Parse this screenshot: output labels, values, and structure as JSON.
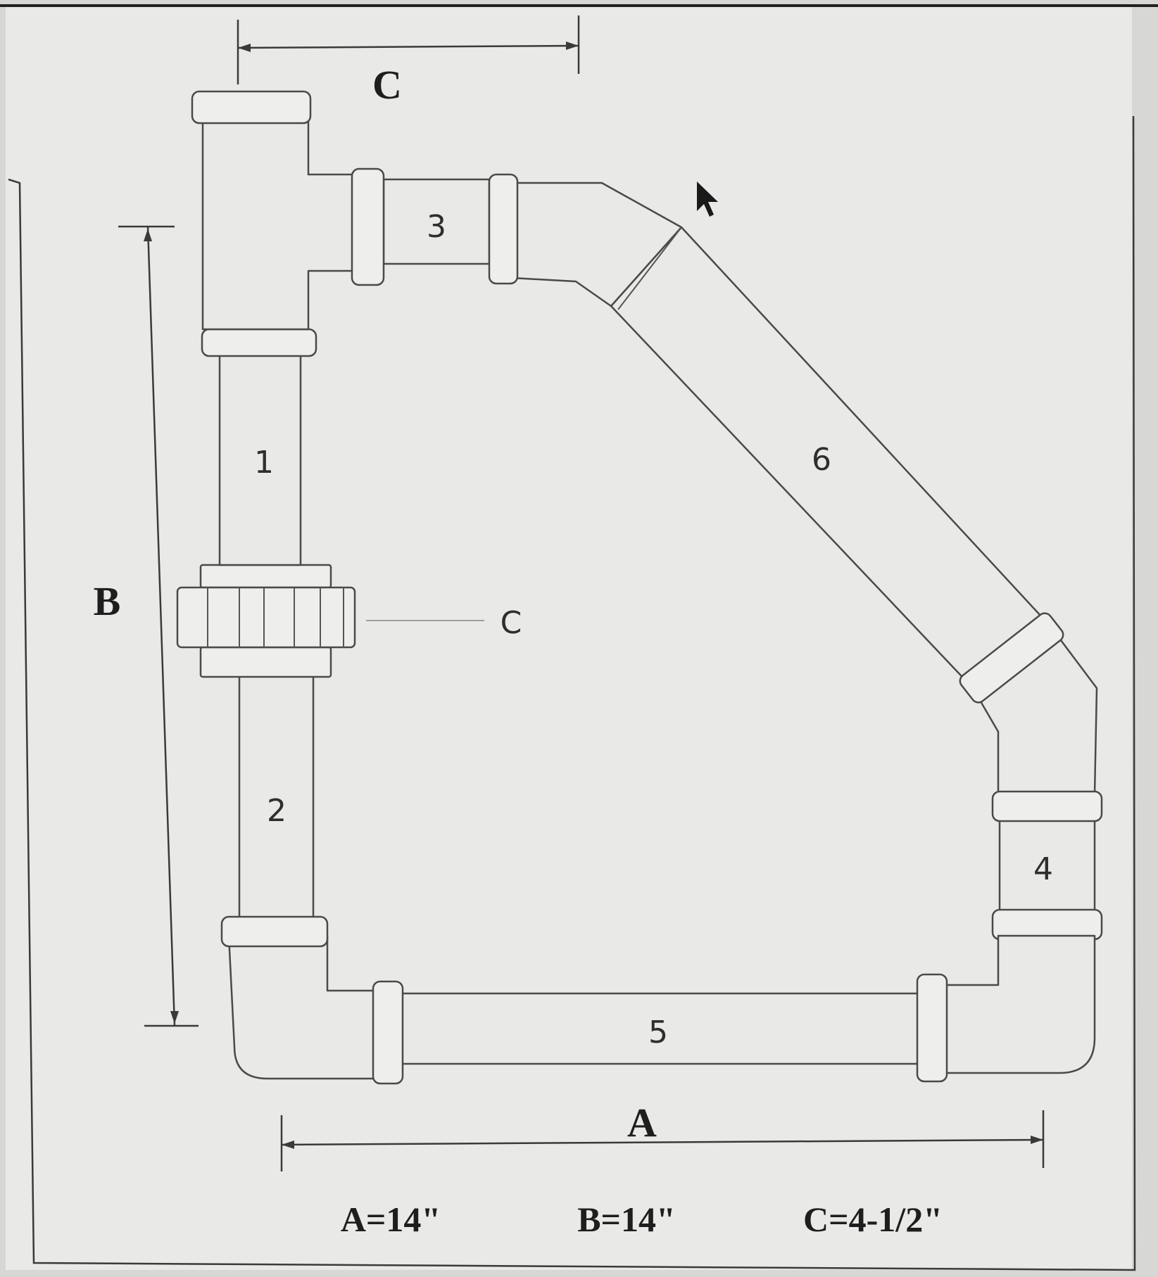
{
  "labels": {
    "pipe_1": "1",
    "pipe_2": "2",
    "pipe_3": "3",
    "pipe_4": "4",
    "pipe_5": "5",
    "pipe_6": "6",
    "coupling": "C"
  },
  "dimensions": {
    "a": "A",
    "b": "B",
    "c": "C"
  },
  "legend": {
    "a": "A=14\"",
    "b": "B=14\"",
    "c": "C=4-1/2\""
  },
  "colors": {
    "background": "#d7d7d5",
    "panel": "#e9e9e7",
    "line": "#4a4a4a"
  }
}
